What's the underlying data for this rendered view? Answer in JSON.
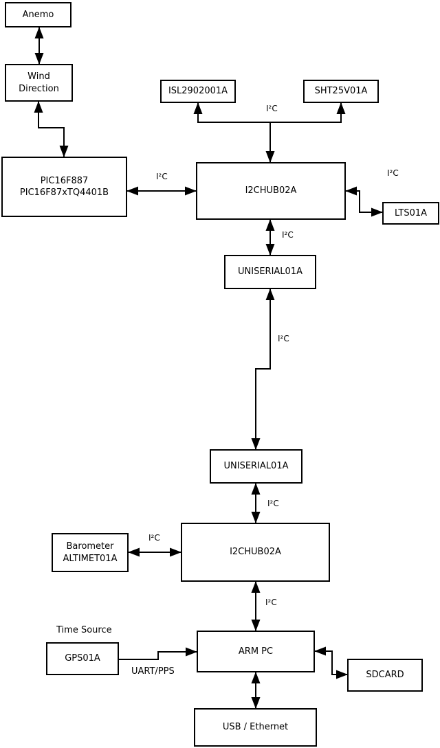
{
  "diagram": {
    "nodes": {
      "anemo": {
        "label": "Anemo"
      },
      "wind_direction": {
        "label": "Wind\nDirection"
      },
      "pic": {
        "label": "PIC16F887\nPIC16F87xTQ4401B"
      },
      "isl2902001a": {
        "label": "ISL2902001A"
      },
      "sht25v01a": {
        "label": "SHT25V01A"
      },
      "i2chub_top": {
        "label": "I2CHUB02A"
      },
      "lts01a": {
        "label": "LTS01A"
      },
      "uniserial_top": {
        "label": "UNISERIAL01A"
      },
      "uniserial_bottom": {
        "label": "UNISERIAL01A"
      },
      "i2chub_bottom": {
        "label": "I2CHUB02A"
      },
      "barometer": {
        "label": "Barometer\nALTIMET01A"
      },
      "gps01a": {
        "label": "GPS01A"
      },
      "arm_pc": {
        "label": "ARM PC"
      },
      "sdcard": {
        "label": "SDCARD"
      },
      "usb_ethernet": {
        "label": "USB / Ethernet"
      }
    },
    "edge_labels": {
      "i2c": "I²C",
      "uart_pps": "UART/PPS"
    },
    "annotations": {
      "time_source": "Time Source"
    },
    "colors": {
      "line": "#000000",
      "box_fill": "#ffffff",
      "background": "#ffffff"
    },
    "edges": [
      {
        "from": "Anemo",
        "to": "Wind Direction",
        "label": "",
        "style": "bidirectional"
      },
      {
        "from": "Wind Direction",
        "to": "PIC16F887 PIC16F87xTQ4401B",
        "label": "",
        "style": "bidirectional"
      },
      {
        "from": "PIC16F887 PIC16F87xTQ4401B",
        "to": "I2CHUB02A (top)",
        "label": "I²C",
        "style": "bidirectional"
      },
      {
        "from": "I2CHUB02A (top)",
        "to": "ISL2902001A",
        "label": "I²C",
        "style": "arrow"
      },
      {
        "from": "I2CHUB02A (top)",
        "to": "SHT25V01A",
        "label": "I²C",
        "style": "arrow"
      },
      {
        "from": "I2CHUB02A (top)",
        "to": "LTS01A",
        "label": "I²C",
        "style": "bidirectional"
      },
      {
        "from": "I2CHUB02A (top)",
        "to": "UNISERIAL01A (top)",
        "label": "I²C",
        "style": "bidirectional"
      },
      {
        "from": "UNISERIAL01A (top)",
        "to": "UNISERIAL01A (bottom)",
        "label": "I²C",
        "style": "bidirectional"
      },
      {
        "from": "UNISERIAL01A (bottom)",
        "to": "I2CHUB02A (bottom)",
        "label": "I²C",
        "style": "bidirectional"
      },
      {
        "from": "Barometer ALTIMET01A",
        "to": "I2CHUB02A (bottom)",
        "label": "I²C",
        "style": "bidirectional"
      },
      {
        "from": "I2CHUB02A (bottom)",
        "to": "ARM PC",
        "label": "I²C",
        "style": "bidirectional"
      },
      {
        "from": "GPS01A",
        "to": "ARM PC",
        "label": "UART/PPS",
        "style": "arrow"
      },
      {
        "from": "ARM PC",
        "to": "SDCARD",
        "label": "",
        "style": "bidirectional"
      },
      {
        "from": "ARM PC",
        "to": "USB / Ethernet",
        "label": "",
        "style": "bidirectional"
      }
    ]
  }
}
